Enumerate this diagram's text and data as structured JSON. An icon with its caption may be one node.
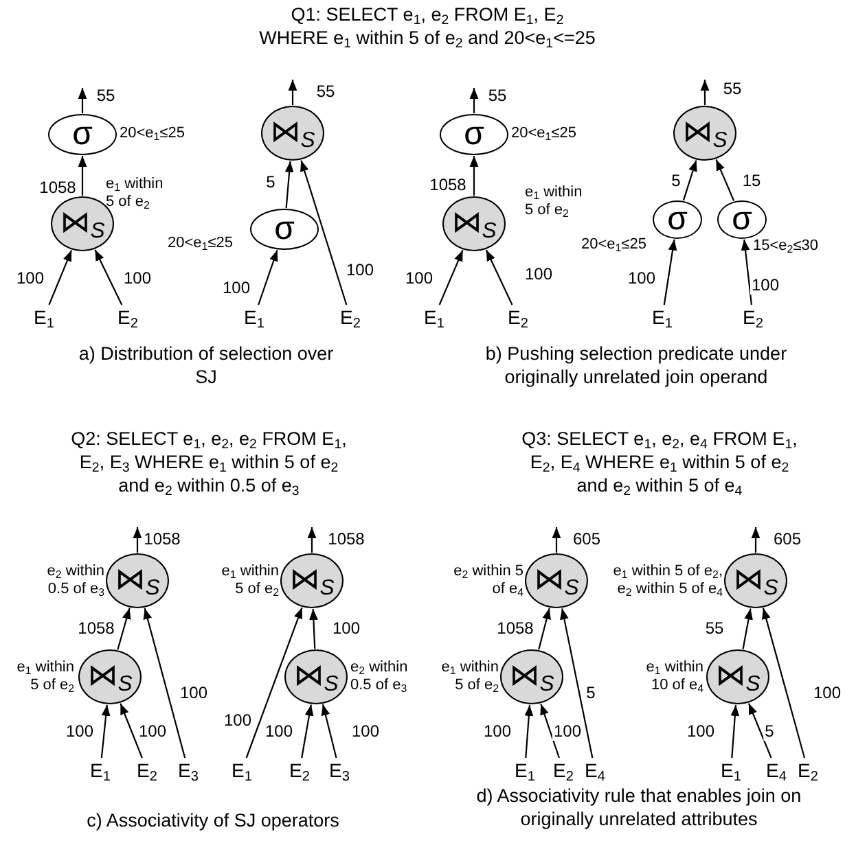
{
  "diagram": {
    "nodes": [
      {
        "text": [
          "σ"
        ],
        "beside": [
          "20<e$_{1}$≤25"
        ]
      },
      {
        "text": [
          "⋈$_{S}$"
        ],
        "beside": [
          "e$_{1}$ within 5 of e$_{2}$"
        ]
      },
      {
        "text": [
          "E$_{1}$"
        ]
      },
      {
        "text": [
          "E$_{2}$"
        ]
      },
      {
        "text": [
          "⋈$_{S}$"
        ]
      },
      {
        "text": [
          "σ"
        ],
        "beside": [
          "20<e$_{1}$≤25"
        ]
      },
      {
        "text": [
          "E$_{1}$"
        ]
      },
      {
        "text": [
          "E$_{2}$"
        ]
      },
      {
        "text": [
          "σ"
        ],
        "beside": [
          "20<e$_{1}$≤25"
        ]
      },
      {
        "text": [
          "⋈$_{S}$"
        ],
        "beside": [
          "e$_{1}$ within 5 of e$_{2}$"
        ]
      },
      {
        "text": [
          "E$_{1}$"
        ]
      },
      {
        "text": [
          "E$_{2}$"
        ]
      },
      {
        "text": [
          "⋈$_{S}$"
        ]
      },
      {
        "text": [
          "σ"
        ],
        "beside": [
          "20<e$_{1}$≤25"
        ]
      },
      {
        "text": [
          "σ"
        ],
        "beside": [
          "15<e$_{2}$≤30"
        ]
      },
      {
        "text": [
          "E$_{1}$"
        ]
      },
      {
        "text": [
          "E$_{2}$"
        ]
      },
      {
        "text": [
          "⋈$_{S}$"
        ],
        "beside": [
          "e$_{2}$ within 0.5 of e$_{3}$"
        ]
      },
      {
        "text": [
          "⋈$_{S}$"
        ],
        "beside": [
          "e$_{1}$ within 5 of e$_{2}$"
        ]
      },
      {
        "text": [
          "E$_{1}$"
        ]
      },
      {
        "text": [
          "E$_{2}$"
        ]
      },
      {
        "text": [
          "E$_{3}$"
        ]
      },
      {
        "text": [
          "⋈$_{S}$"
        ],
        "beside": [
          "e$_{1}$ within 5 of e$_{2}$"
        ]
      },
      {
        "text": [
          "⋈$_{S}$"
        ],
        "beside": [
          "e$_{2}$ within 0.5 of e$_{3}$"
        ]
      },
      {
        "text": [
          "E$_{1}$"
        ]
      },
      {
        "text": [
          "E$_{2}$"
        ]
      },
      {
        "text": [
          "E$_{3}$"
        ]
      },
      {
        "text": [
          "⋈$_{S}$"
        ],
        "beside": [
          "e$_{2}$ within 5 of e$_{4}$"
        ]
      },
      {
        "text": [
          "⋈$_{S}$"
        ],
        "beside": [
          "e$_{1}$ within 5 of e$_{2}$"
        ]
      },
      {
        "text": [
          "E$_{1}$"
        ]
      },
      {
        "text": [
          "E$_{2}$"
        ]
      },
      {
        "text": [
          "E$_{4}$"
        ]
      },
      {
        "text": [
          "⋈$_{S}$"
        ],
        "beside": [
          "e$_{1}$ within 5 of e$_{2}$, e$_{2}$ within 5 of e$_{4}$"
        ]
      },
      {
        "text": [
          "⋈$_{S}$"
        ],
        "beside": [
          "e$_{1}$ within 10 of e$_{4}$"
        ]
      },
      {
        "text": [
          "E$_{1}$"
        ]
      },
      {
        "text": [
          "E$_{4}$"
        ]
      },
      {
        "text": [
          "E$_{2}$"
        ]
      }
    ],
    "edges": [
      {
        "from": 0,
        "to": null,
        "arrow": "to",
        "label": "55"
      },
      {
        "from": 1,
        "to": 0,
        "arrow": "to",
        "label": "1058"
      },
      {
        "from": 2,
        "to": 1,
        "arrow": "to",
        "label": "100"
      },
      {
        "from": 3,
        "to": 1,
        "arrow": "to",
        "label": "100"
      },
      {
        "from": 4,
        "to": null,
        "arrow": "to",
        "label": "55"
      },
      {
        "from": 5,
        "to": 4,
        "arrow": "to",
        "label": "5"
      },
      {
        "from": 6,
        "to": 5,
        "arrow": "to",
        "label": "100"
      },
      {
        "from": 7,
        "to": 4,
        "arrow": "to",
        "label": "100"
      },
      {
        "from": 8,
        "to": null,
        "arrow": "to",
        "label": "55"
      },
      {
        "from": 9,
        "to": 8,
        "arrow": "to",
        "label": "1058"
      },
      {
        "from": 10,
        "to": 9,
        "arrow": "to",
        "label": "100"
      },
      {
        "from": 11,
        "to": 9,
        "arrow": "to",
        "label": "100"
      },
      {
        "from": 12,
        "to": null,
        "arrow": "to",
        "label": "55"
      },
      {
        "from": 13,
        "to": 12,
        "arrow": "to",
        "label": "5"
      },
      {
        "from": 14,
        "to": 12,
        "arrow": "to",
        "label": "15"
      },
      {
        "from": 15,
        "to": 13,
        "arrow": "to",
        "label": "100"
      },
      {
        "from": 16,
        "to": 14,
        "arrow": "to",
        "label": "100"
      },
      {
        "from": 17,
        "to": null,
        "arrow": "to",
        "label": "1058"
      },
      {
        "from": 18,
        "to": 17,
        "arrow": "to",
        "label": "1058"
      },
      {
        "from": 21,
        "to": 17,
        "arrow": "to",
        "label": "100"
      },
      {
        "from": 19,
        "to": 18,
        "arrow": "to",
        "label": "100"
      },
      {
        "from": 20,
        "to": 18,
        "arrow": "to",
        "label": "100"
      },
      {
        "from": 22,
        "to": null,
        "arrow": "to",
        "label": "1058"
      },
      {
        "from": 24,
        "to": 22,
        "arrow": "to",
        "label": "100"
      },
      {
        "from": 23,
        "to": 22,
        "arrow": "to",
        "label": "100"
      },
      {
        "from": 25,
        "to": 23,
        "arrow": "to",
        "label": "100"
      },
      {
        "from": 26,
        "to": 23,
        "arrow": "to",
        "label": "100"
      },
      {
        "from": 27,
        "to": null,
        "arrow": "to",
        "label": "605"
      },
      {
        "from": 28,
        "to": 27,
        "arrow": "to",
        "label": "1058"
      },
      {
        "from": 31,
        "to": 27,
        "arrow": "to",
        "label": "5"
      },
      {
        "from": 29,
        "to": 28,
        "arrow": "to",
        "label": "100"
      },
      {
        "from": 30,
        "to": 28,
        "arrow": "to",
        "label": "100"
      },
      {
        "from": 32,
        "to": null,
        "arrow": "to",
        "label": "605"
      },
      {
        "from": 33,
        "to": 32,
        "arrow": "to",
        "label": "55"
      },
      {
        "from": 36,
        "to": 32,
        "arrow": "to",
        "label": "100"
      },
      {
        "from": 34,
        "to": 33,
        "arrow": "to",
        "label": "100"
      },
      {
        "from": 35,
        "to": 33,
        "arrow": "to",
        "label": "5"
      }
    ],
    "labels": [
      "Q1: SELECT e$_{1}$, e$_{2}$ FROM E$_{1}$, E$_{2}$ WHERE e$_{1}$ within 5 of e$_{2}$ and 20<e$_{1}$<=25",
      "a) Distribution of selection over SJ",
      "b) Pushing selection predicate under originally unrelated join operand",
      "Q2: SELECT e$_{1}$, e$_{2}$, e$_{2}$ FROM E$_{1}$, E$_{2}$, E$_{3}$ WHERE e$_{1}$ within 5 of e$_{2}$ and e$_{2}$ within 0.5 of e$_{3}$",
      "Q3: SELECT e$_{1}$, e$_{2}$, e$_{4}$ FROM E$_{1}$, E$_{2}$, E$_{4}$ WHERE e$_{1}$ within 5 of e$_{2}$ and e$_{2}$ within 5 of e$_{4}$",
      "c) Associativity of SJ operators",
      "d) Associativity rule that enables join on originally unrelated attributes"
    ]
  }
}
